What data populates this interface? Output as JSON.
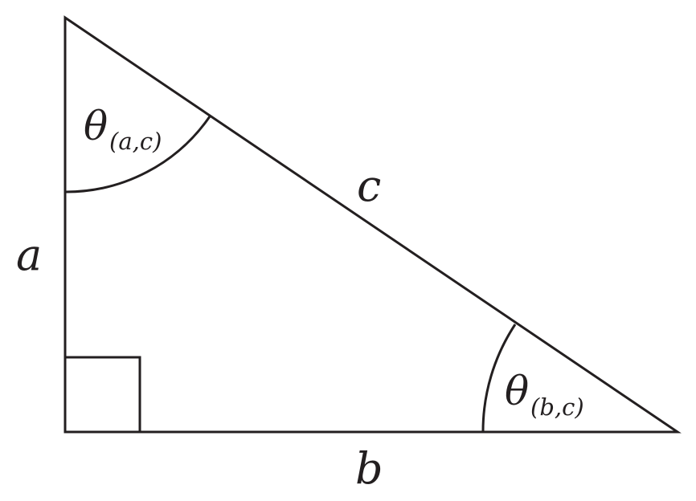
{
  "diagram": {
    "sides": {
      "a": "a",
      "b": "b",
      "c": "c"
    },
    "angles": {
      "top": {
        "symbol": "θ",
        "subscript": "(a,c)"
      },
      "right": {
        "symbol": "θ",
        "subscript": "(b,c)"
      }
    },
    "colors": {
      "stroke": "#231f20",
      "background": "#ffffff"
    }
  }
}
